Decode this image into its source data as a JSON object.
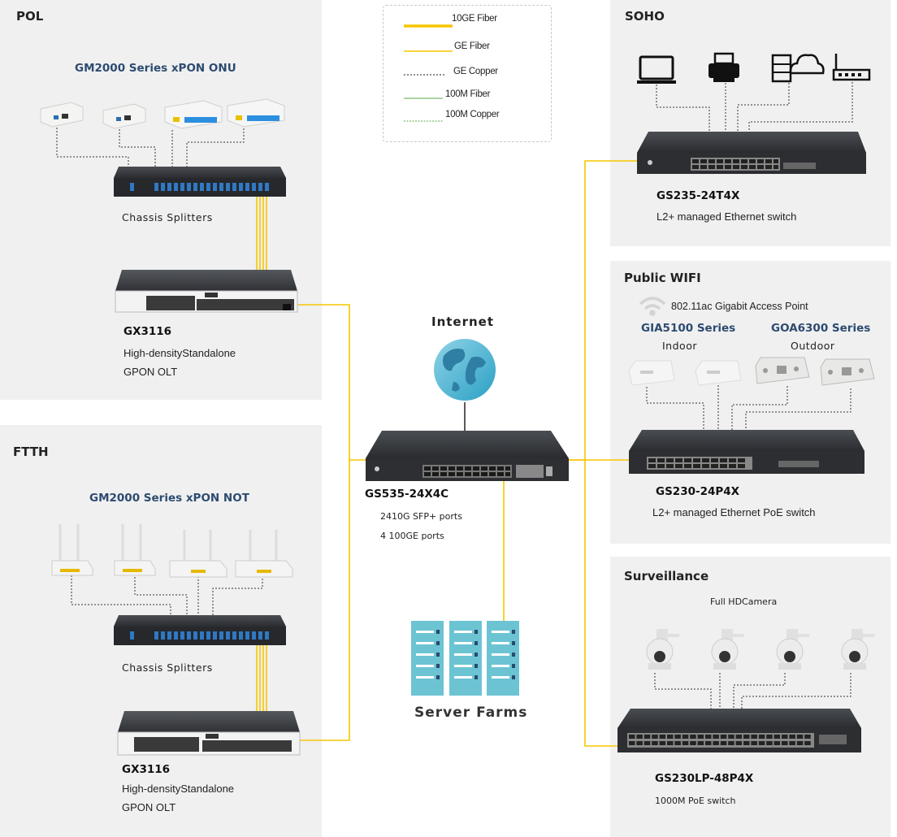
{
  "legend": [
    {
      "label": "10GE Fiber",
      "style": "thick-yellow"
    },
    {
      "label": "GE Fiber",
      "style": "thin-yellow"
    },
    {
      "label": "GE Copper",
      "style": "dashed-black"
    },
    {
      "label": "100M Fiber",
      "style": "thin-green"
    },
    {
      "label": "100M Copper",
      "style": "dashed-green"
    }
  ],
  "colors": {
    "fiber_10ge": "#f7c600",
    "fiber_ge": "#f7c600",
    "copper": "#333333",
    "fiber_100m": "#5aa844",
    "panel": "#f0f0f0",
    "series_text": "#2d4b70"
  },
  "pol": {
    "title": "POL",
    "series": "GM2000 Series xPON ONU",
    "splitter_label": "Chassis  Splitters",
    "olt_model": "GX3116",
    "olt_desc1": "High-densityStandalone",
    "olt_desc2": "GPON OLT"
  },
  "ftth": {
    "title": "FTTH",
    "series": "GM2000 Series xPON NOT",
    "splitter_label": "Chassis  Splitters",
    "olt_model": "GX3116",
    "olt_desc1": "High-densityStandalone",
    "olt_desc2": "GPON OLT"
  },
  "core": {
    "internet_label": "Internet",
    "model": "GS535-24X4C",
    "desc1": "2410G SFP+ ports",
    "desc2": "4 100GE ports",
    "server_label": "Server Farms"
  },
  "soho": {
    "title": "SOHO",
    "model": "GS235-24T4X",
    "desc": "L2+ managed Ethernet switch",
    "devices": [
      "laptop-icon",
      "printer-icon",
      "server-cloud-icon",
      "router-icon"
    ]
  },
  "wifi": {
    "title": "Public WIFI",
    "ap_label": "802.11ac Gigabit Access Point",
    "series_indoor": "GIA5100 Series",
    "series_outdoor": "GOA6300 Series",
    "indoor": "Indoor",
    "outdoor": "Outdoor",
    "model": "GS230-24P4X",
    "desc": "L2+ managed Ethernet PoE switch"
  },
  "surv": {
    "title": "Surveillance",
    "camera_label": "Full HDCamera",
    "model": "GS230LP-48P4X",
    "desc": "1000M PoE switch"
  }
}
